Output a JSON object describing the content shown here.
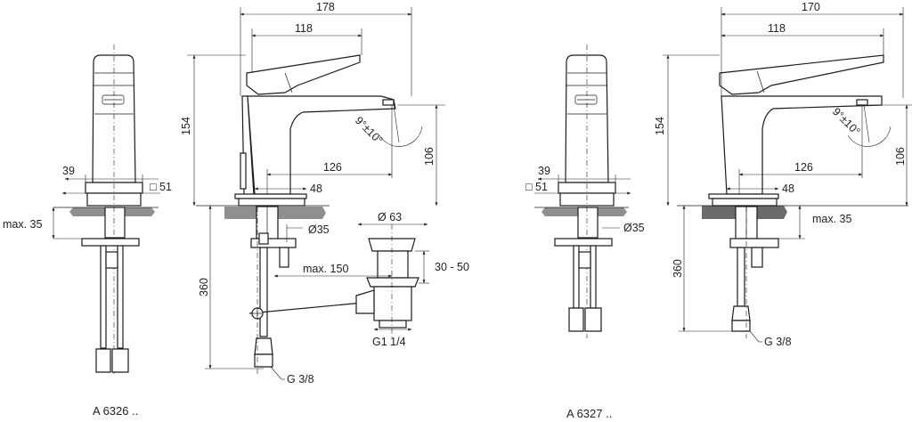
{
  "left_model": {
    "caption": "A 6326 ..",
    "dims": {
      "total_length": "178",
      "lever_length": "118",
      "height": "154",
      "spout_angle": "9°±10°",
      "outlet_height": "106",
      "reach": "126",
      "base_width": "48",
      "body_width": "39",
      "base_square": "□ 51",
      "max_thickness": "max. 35",
      "hole_diameter": "Ø35",
      "hose_length": "360",
      "connection": "G 3/8",
      "waste_diameter": "Ø 63",
      "waste_offset": "max. 150",
      "waste_range": "30 - 50",
      "waste_thread": "G1 1/4"
    }
  },
  "right_model": {
    "caption": "A 6327 ..",
    "dims": {
      "total_length": "170",
      "lever_length": "118",
      "height": "154",
      "spout_angle": "9°±10°",
      "outlet_height": "106",
      "reach": "126",
      "base_width": "48",
      "body_width": "39",
      "base_square": "□ 51",
      "max_thickness": "max. 35",
      "hole_diameter": "Ø35",
      "hose_length": "360",
      "connection": "G 3/8"
    }
  }
}
